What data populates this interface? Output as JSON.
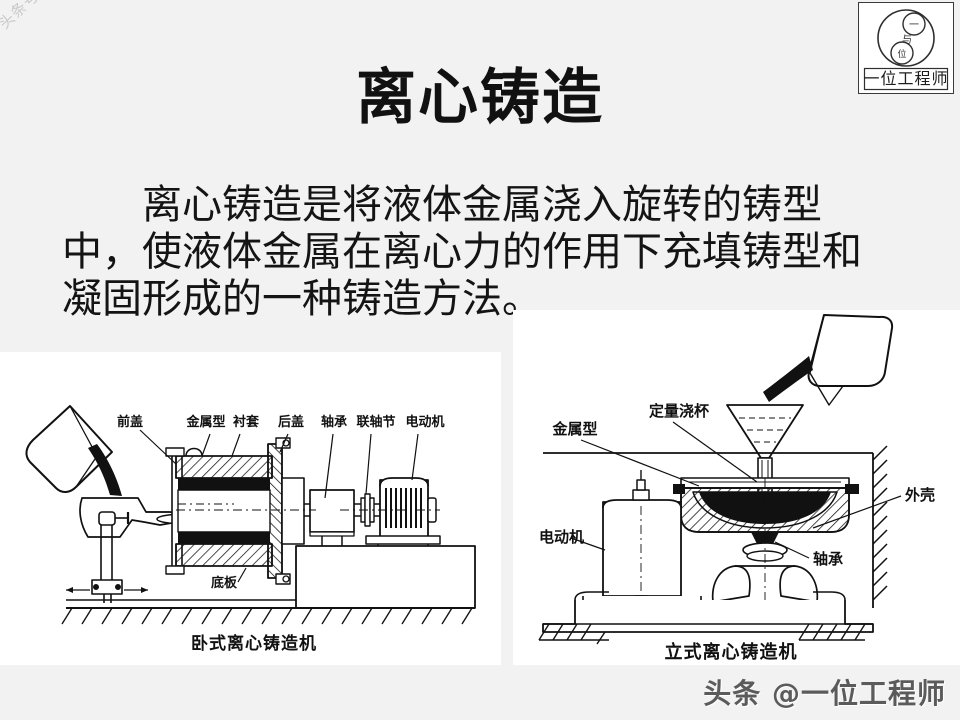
{
  "slide": {
    "background_color": "#f2f2f2",
    "title": "离心铸造",
    "body_text": "离心铸造是将液体金属浇入旋转的铸型中，使液体金属在离心力的作用下充填铸型和凝固形成的一种铸造方法。"
  },
  "watermarks": {
    "top_left": "头条号：一位工程师",
    "bottom_right": "头条 @一位工程师"
  },
  "logo": {
    "name": "一位工程师",
    "mark_top": "一",
    "mark_mid": "与",
    "mark_bottom": "位"
  },
  "figures": [
    {
      "id": "horizontal-centrifugal-casting-machine",
      "caption": "卧式离心铸造机",
      "labels": [
        {
          "key": "front_cover",
          "text": "前盖"
        },
        {
          "key": "metal_mold",
          "text": "金属型"
        },
        {
          "key": "liner",
          "text": "衬套"
        },
        {
          "key": "rear_cover",
          "text": "后盖"
        },
        {
          "key": "bearing",
          "text": "轴承"
        },
        {
          "key": "coupling",
          "text": "联轴节"
        },
        {
          "key": "motor",
          "text": "电动机"
        },
        {
          "key": "base_plate",
          "text": "底板"
        }
      ]
    },
    {
      "id": "vertical-centrifugal-casting-machine",
      "caption": "立式离心铸造机",
      "labels": [
        {
          "key": "metal_mold",
          "text": "金属型"
        },
        {
          "key": "measuring_cup",
          "text": "定量浇杯"
        },
        {
          "key": "shell",
          "text": "外壳"
        },
        {
          "key": "bearing",
          "text": "轴承"
        },
        {
          "key": "motor",
          "text": "电动机"
        }
      ]
    }
  ],
  "colors": {
    "ink": "#111111",
    "panel": "#ffffff",
    "slide_bg": "#f2f2f2",
    "watermark": "#c9c9c9"
  }
}
